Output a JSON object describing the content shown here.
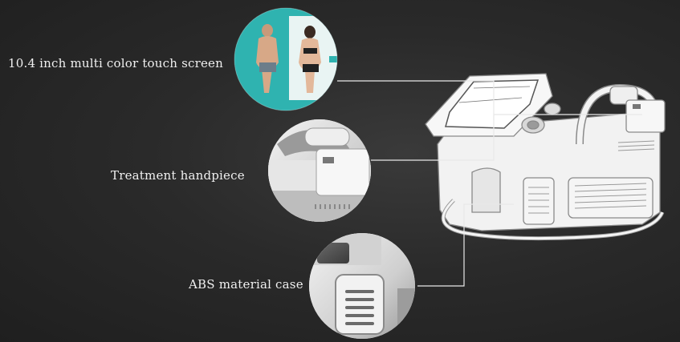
{
  "callouts": {
    "screen": "10.4 inch multi color touch screen",
    "handpiece": "Treatment handpiece",
    "case": "ABS material case"
  },
  "colors": {
    "background": "#2a2a2a",
    "label_text": "#f0f0f0",
    "leader_line": "#e8e8e8",
    "screen_thumb_bg": "#2fb3b0"
  },
  "icons": {
    "device": "laser-machine-illustration",
    "screen_detail": "touch-screen-detail-photo",
    "handpiece_detail": "handpiece-detail-photo",
    "case_detail": "case-vent-detail-photo"
  }
}
